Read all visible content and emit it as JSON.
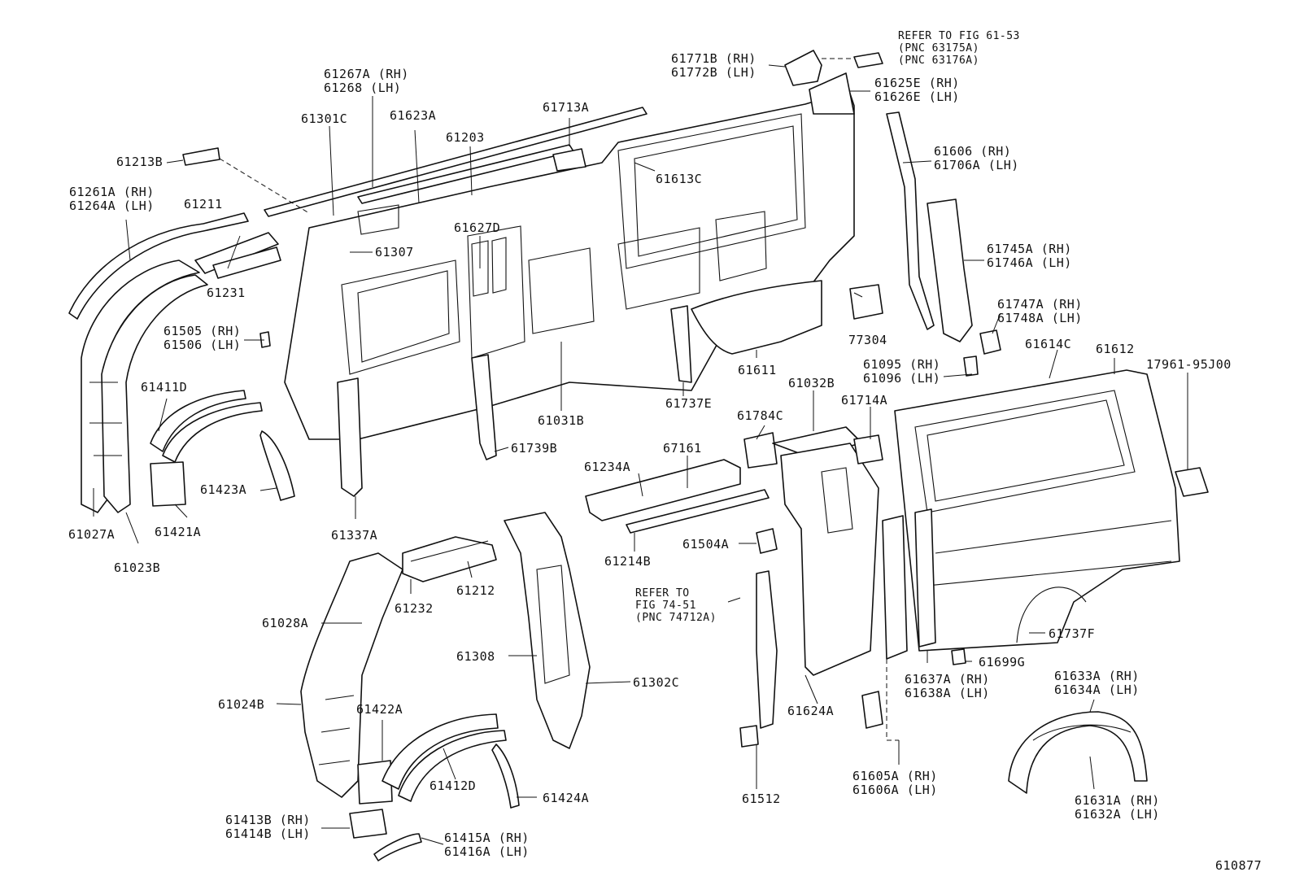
{
  "diagram_id": "610877",
  "labels": {
    "l61213b": "61213B",
    "l61261a": [
      "61261A (RH)",
      "61264A (LH)"
    ],
    "l61211": "61211",
    "l61231": "61231",
    "l61267a": [
      "61267A (RH)",
      "61268 (LH)"
    ],
    "l61301c": "61301C",
    "l61623a": "61623A",
    "l61203": "61203",
    "l61713a": "61713A",
    "l61771b": [
      "61771B (RH)",
      "61772B (LH)"
    ],
    "refer_6153": [
      "REFER TO FIG 61-53",
      "(PNC 63175A)",
      "(PNC 63176A)"
    ],
    "l61625e": [
      "61625E (RH)",
      "61626E (LH)"
    ],
    "l61613c": "61613C",
    "l61606": [
      "61606 (RH)",
      "61706A (LH)"
    ],
    "l61307": "61307",
    "l61627d": "61627D",
    "l61745a": [
      "61745A (RH)",
      "61746A (LH)"
    ],
    "l61747a": [
      "61747A (RH)",
      "61748A (LH)"
    ],
    "l61505": [
      "61505 (RH)",
      "61506 (LH)"
    ],
    "l77304": "77304",
    "l61411d": "61411D",
    "l61611": "61611",
    "l61095": [
      "61095 (RH)",
      "61096 (LH)"
    ],
    "l61614c": "61614C",
    "l61612": "61612",
    "l1796195j00": "17961-95J00",
    "l61032b": "61032B",
    "l61714a": "61714A",
    "l61737e": "61737E",
    "l61784c": "61784C",
    "l61031b": "61031B",
    "l61739b": "61739B",
    "l67161": "67161",
    "l61234a": "61234A",
    "l61423a": "61423A",
    "l61027a": "61027A",
    "l61421a": "61421A",
    "l61337a": "61337A",
    "l61023b": "61023B",
    "l61214b": "61214B",
    "l61504a": "61504A",
    "l61212": "61212",
    "l61232": "61232",
    "refer_7451": [
      "REFER TO",
      "FIG 74-51",
      "(PNC 74712A)"
    ],
    "l61028a": "61028A",
    "l61737f": "61737F",
    "l61308": "61308",
    "l61699g": "61699G",
    "l61637a": [
      "61637A (RH)",
      "61638A (LH)"
    ],
    "l61302c": "61302C",
    "l61633a": [
      "61633A (RH)",
      "61634A (LH)"
    ],
    "l61024b": "61024B",
    "l61624a": "61624A",
    "l61422a": "61422A",
    "l61412d": "61412D",
    "l61424a": "61424A",
    "l61605a": [
      "61605A (RH)",
      "61606A (LH)"
    ],
    "l61512": "61512",
    "l61631a": [
      "61631A (RH)",
      "61632A (LH)"
    ],
    "l61413b": [
      "61413B (RH)",
      "61414B (LH)"
    ],
    "l61415a": [
      "61415A (RH)",
      "61416A (LH)"
    ]
  }
}
